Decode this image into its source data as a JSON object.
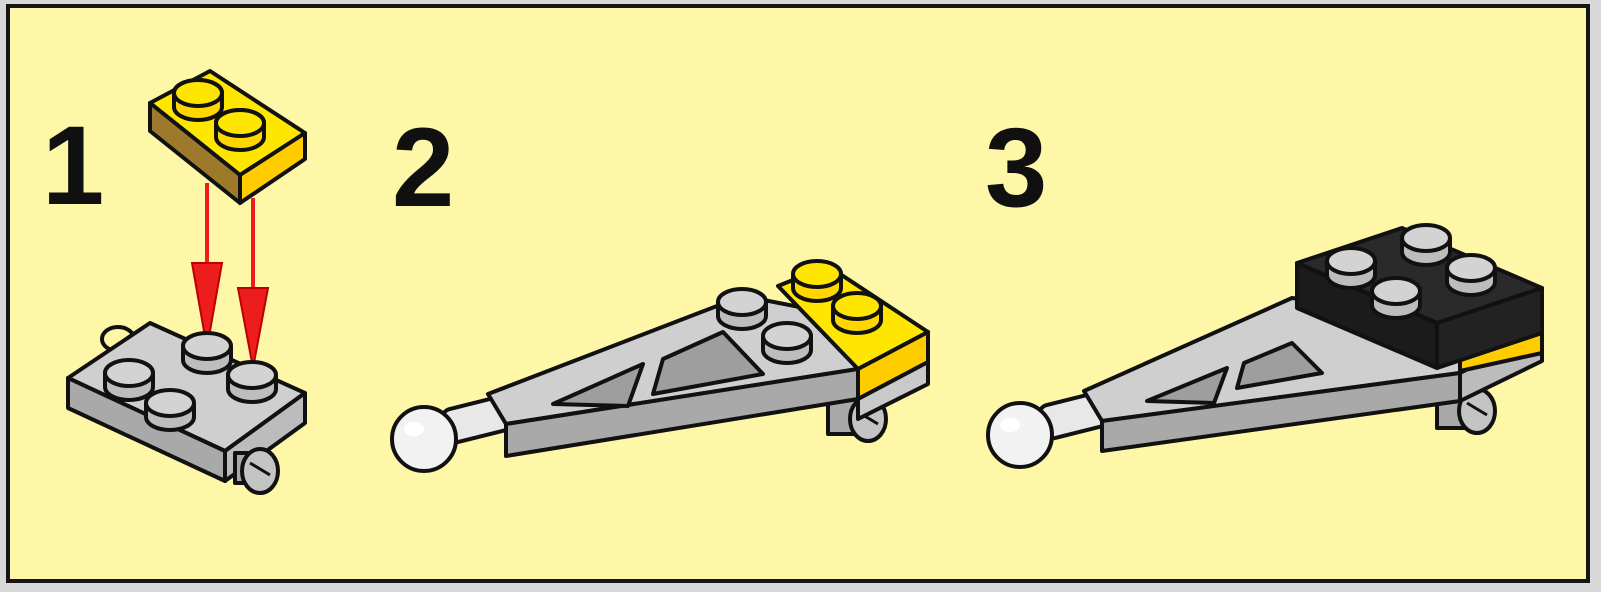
{
  "steps": [
    {
      "number": "1"
    },
    {
      "number": "2"
    },
    {
      "number": "3"
    }
  ],
  "icons": {
    "step1": "yellow-brick-onto-gray-plate-with-arrows",
    "step2": "gray-arm-with-yellow-brick",
    "step3": "gray-arm-with-black-brick"
  },
  "colors": {
    "panel_background": "#fff7a8",
    "frame": "#151515",
    "lego_yellow": "#ffe600",
    "lego_gray": "#c9c9c9",
    "lego_black": "#1b1b1b",
    "arrow_red": "#ee1d1d"
  }
}
